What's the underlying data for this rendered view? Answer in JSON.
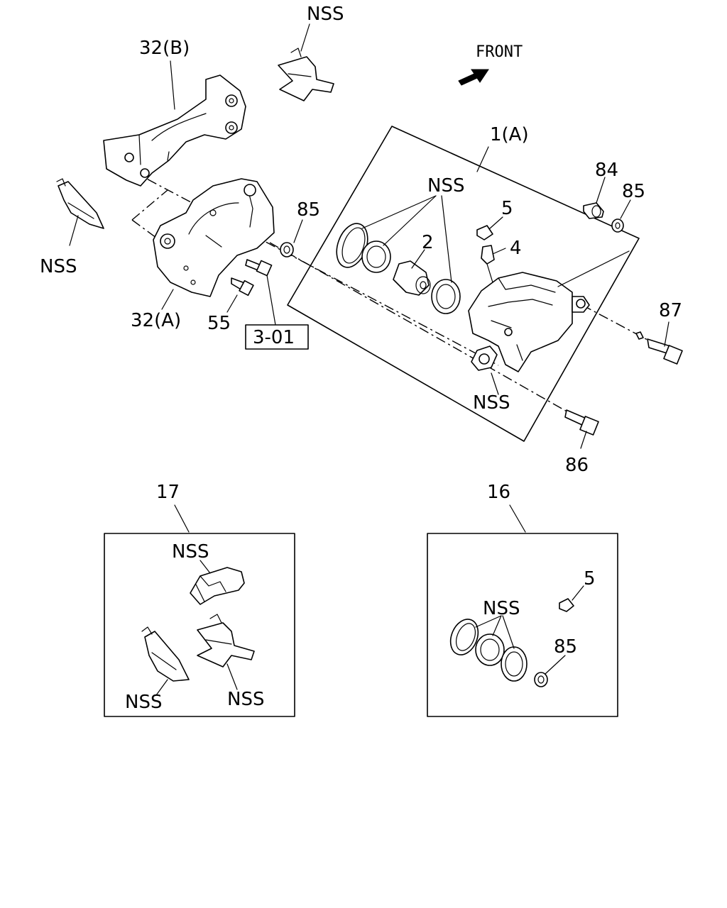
{
  "labels": {
    "nss_top_clip": "NSS",
    "bracket_b": "32(B)",
    "front": "FRONT",
    "caliper_assy": "1(A)",
    "nss_left_shim": "NSS",
    "nss_seals": "NSS",
    "part_84": "84",
    "part_85_right": "85",
    "part_5_top": "5",
    "part_85_mid": "85",
    "part_2": "2",
    "part_4": "4",
    "part_87": "87",
    "bracket_a": "32(A)",
    "part_55": "55",
    "ref_box": "3-01",
    "nss_caliper": "NSS",
    "part_86": "86",
    "kit_17": "17",
    "kit_16": "16",
    "kit17_nss_pad": "NSS",
    "kit17_nss_shim": "NSS",
    "kit17_nss_clip": "NSS",
    "kit16_nss_seals": "NSS",
    "kit16_part_5": "5",
    "kit16_part_85": "85"
  },
  "colors": {
    "line": "#000000",
    "background": "#ffffff"
  },
  "icons": {
    "front_arrow": "front-arrow-icon"
  }
}
